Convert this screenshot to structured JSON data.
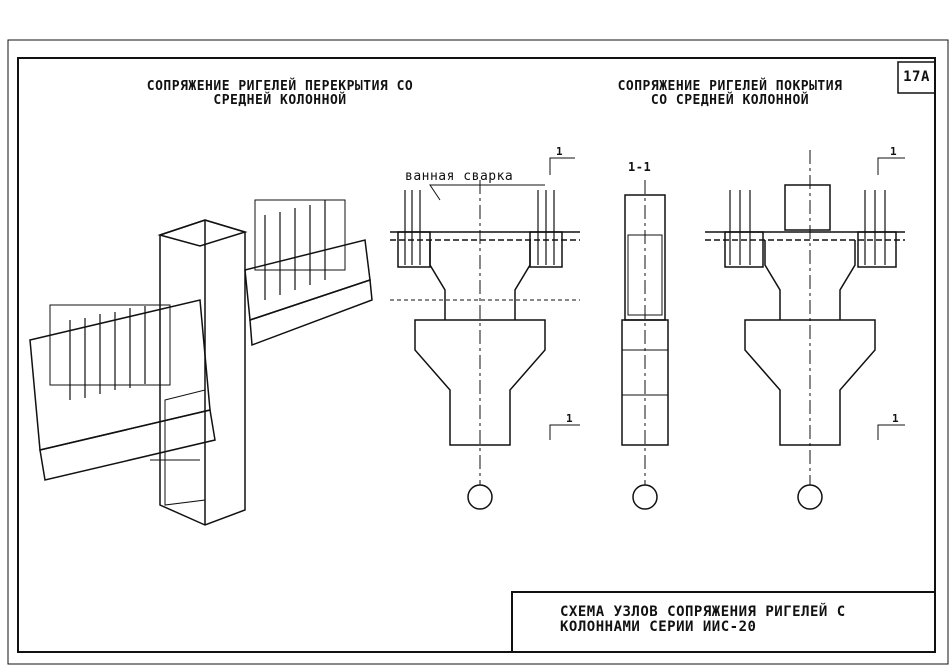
{
  "sheet": {
    "number": "17A",
    "left_title": [
      "СОПРЯЖЕНИЕ РИГЕЛЕЙ ПЕРЕКРЫТИЯ СО",
      "СРЕДНЕЙ КОЛОННОЙ"
    ],
    "right_title": [
      "СОПРЯЖЕНИЕ РИГЕЛЕЙ ПОКРЫТИЯ",
      "СО СРЕДНЕЙ КОЛОННОЙ"
    ],
    "title_block": [
      "СХЕМА УЗЛОВ СОПРЯЖЕНИЯ РИГЕЛЕЙ С",
      "КОЛОННАМИ СЕРИИ  ИИС-20"
    ]
  },
  "annotations": {
    "weld_label": "ванная сварка",
    "section_mark": "1",
    "section_title": "1-1"
  }
}
